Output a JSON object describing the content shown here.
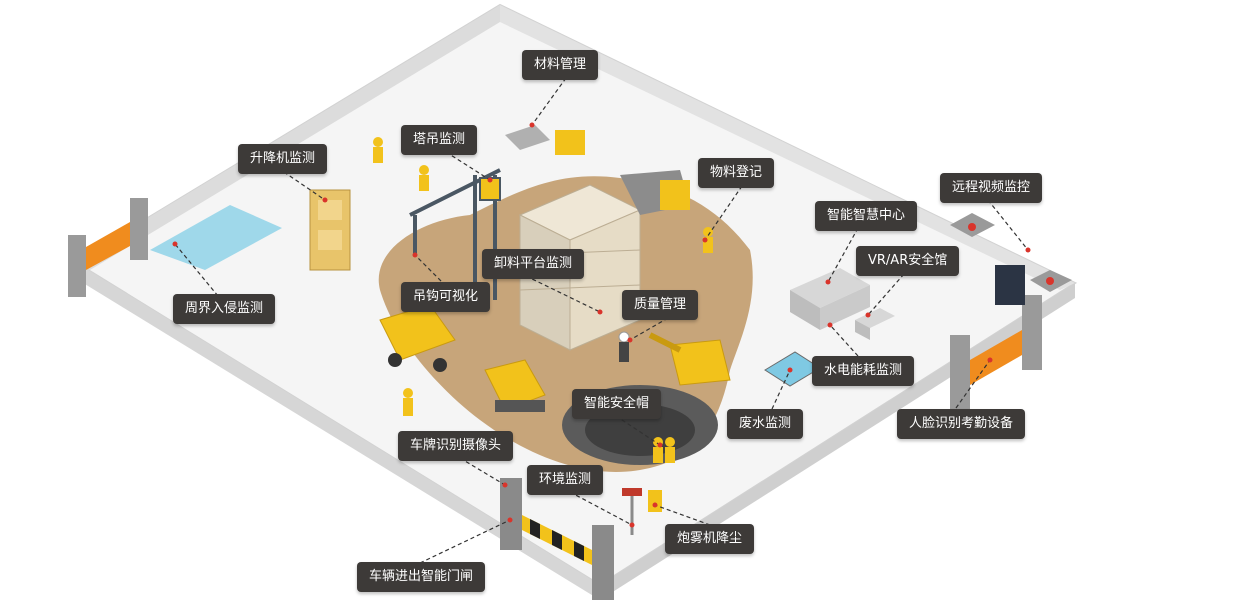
{
  "labels": {
    "material_mgmt": "材料管理",
    "tower_crane": "塔吊监测",
    "hoist": "升降机监测",
    "material_register": "物料登记",
    "smart_center": "智能智慧中心",
    "remote_video": "远程视频监控",
    "vr_ar": "VR/AR安全馆",
    "unload_platform": "卸料平台监测",
    "hook_visual": "吊钩可视化",
    "perimeter": "周界入侵监测",
    "quality": "质量管理",
    "water_power": "水电能耗监测",
    "smart_helmet": "智能安全帽",
    "wastewater": "废水监测",
    "face_attendance": "人脸识别考勤设备",
    "plate_camera": "车牌识别摄像头",
    "environment": "环境监测",
    "fog_cannon": "炮雾机降尘",
    "vehicle_gate": "车辆进出智能门闸"
  },
  "colors": {
    "label_bg": "#3d3a38",
    "label_text": "#ffffff",
    "ground": "#c7a57a",
    "wall": "#e6e6e6",
    "accent_orange": "#f08c1e",
    "crane_blue": "#4a5763",
    "water": "#7fc9e3",
    "leader_dot": "#d9342b"
  }
}
